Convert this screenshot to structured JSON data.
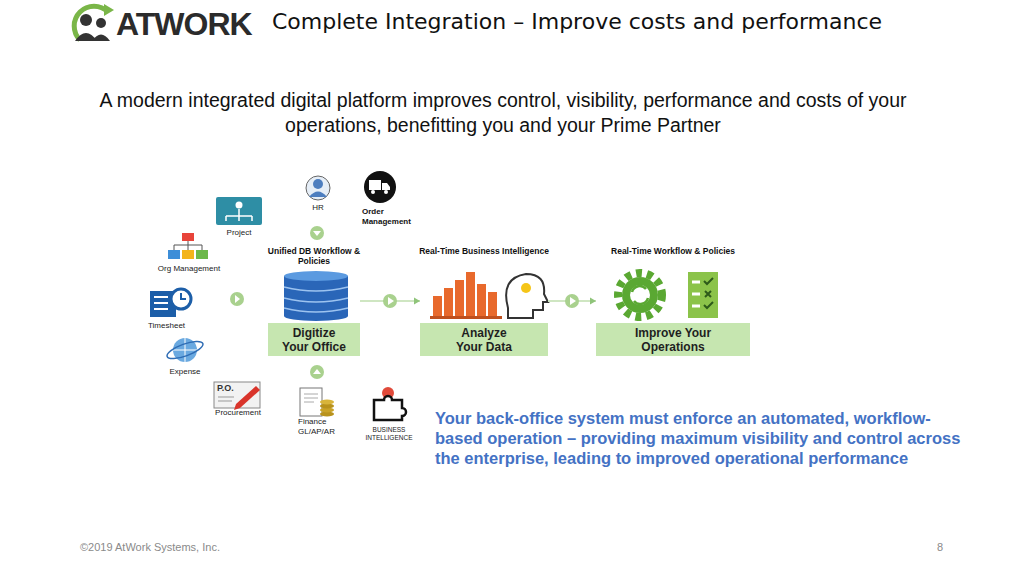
{
  "diagram": {
    "title": "Complete Integration – Improve costs and performance",
    "nodes": [
      {
        "text": [
          "Unified DB Workflow & Policies",
          "Digitize Your Office"
        ]
      },
      {
        "text": [
          "Real-Time Business Intelligence",
          "Analyze Your Data"
        ]
      },
      {
        "text": [
          "Real-Time Workflow & Policies",
          "Improve Your Operations"
        ]
      }
    ],
    "edges": [
      {
        "from": 0,
        "to": 1,
        "arrow": "to"
      },
      {
        "from": 1,
        "to": 2,
        "arrow": "to"
      }
    ],
    "labels": [
      "ATWORK",
      "A modern integrated digital platform improves control, visibility, performance and costs of your operations, benefitting you and your Prime Partner",
      "Project",
      "HR",
      "Order Management",
      "Org Management",
      "Timesheet",
      "Expense",
      "P.O.",
      "Procurement",
      "Finance GL/AP/AR",
      "BUSINESS INTELLIGENCE",
      "Your back-office system must enforce an automated, workflow-based operation – providing maximum visibility and control across the enterprise, leading to improved operational performance",
      "©2019 AtWork Systems, Inc.",
      "8"
    ]
  }
}
